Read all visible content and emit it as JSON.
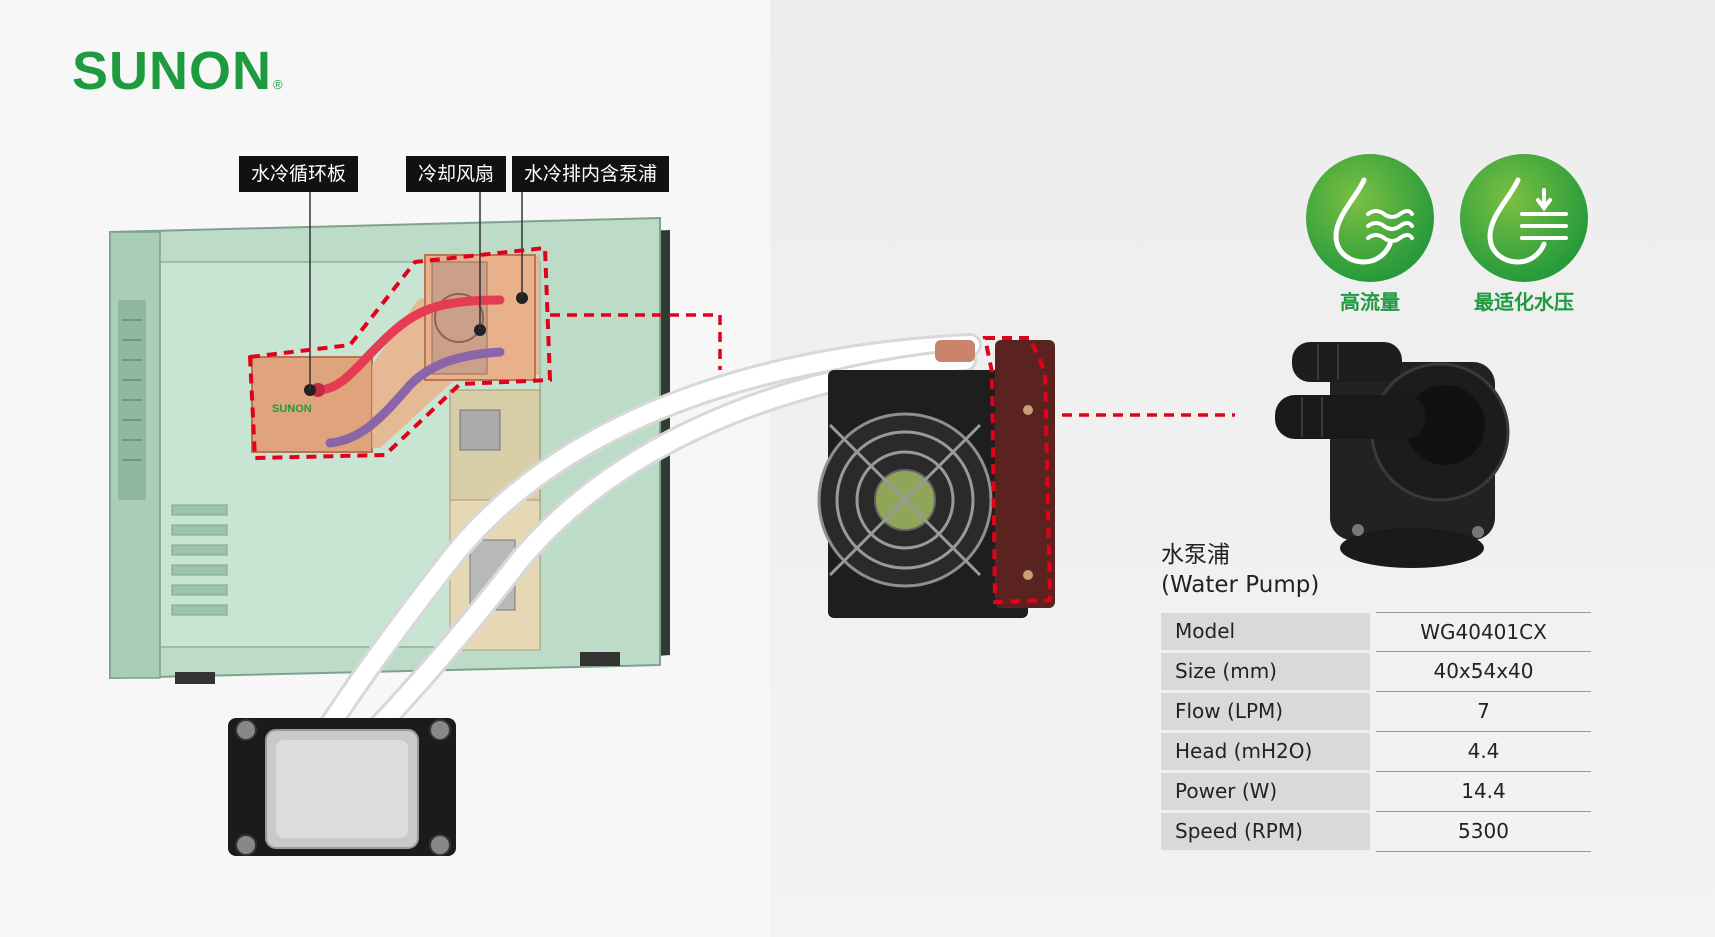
{
  "brand": {
    "logo_text": "SUNON",
    "logo_mark": "®",
    "color": "#1e9b3f"
  },
  "callouts": [
    {
      "label": "水冷循环板"
    },
    {
      "label": "冷却风扇"
    },
    {
      "label": "水冷排内含泵浦"
    }
  ],
  "case_label": "SUNON",
  "badges": [
    {
      "label": "高流量",
      "icon": "water-drop-flow-icon"
    },
    {
      "label": "最适化水压",
      "icon": "water-drop-pressure-icon"
    }
  ],
  "pump": {
    "title_cn": "水泵浦",
    "title_en": "(Water Pump)",
    "specs": [
      {
        "key": "Model",
        "value": "WG40401CX"
      },
      {
        "key": "Size (mm)",
        "value": "40x54x40"
      },
      {
        "key": "Flow (LPM)",
        "value": "7"
      },
      {
        "key": "Head (mH2O)",
        "value": "4.4"
      },
      {
        "key": "Power (W)",
        "value": "14.4"
      },
      {
        "key": "Speed (RPM)",
        "value": "5300"
      }
    ]
  },
  "colors": {
    "highlight_red": "#e3001b",
    "case_green": "#bcdcc8",
    "case_dark": "#2f3b33",
    "badge_green": "#2a9c3b"
  }
}
